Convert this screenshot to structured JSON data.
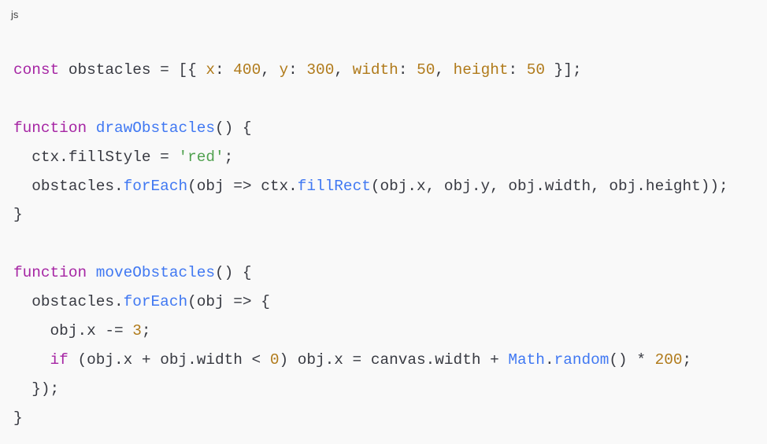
{
  "language_label": "js",
  "colors": {
    "keyword": "#a626a4",
    "function": "#4078f2",
    "number": "#b07a1a",
    "string": "#50a14f",
    "text": "#383a42",
    "background": "#f9f9f9"
  },
  "code_lines": [
    [
      [
        "const",
        "kw"
      ],
      [
        " obstacles = [{ ",
        "pl"
      ],
      [
        "x",
        "prop"
      ],
      [
        ": ",
        "pl"
      ],
      [
        "400",
        "num"
      ],
      [
        ", ",
        "pl"
      ],
      [
        "y",
        "prop"
      ],
      [
        ": ",
        "pl"
      ],
      [
        "300",
        "num"
      ],
      [
        ", ",
        "pl"
      ],
      [
        "width",
        "prop"
      ],
      [
        ": ",
        "pl"
      ],
      [
        "50",
        "num"
      ],
      [
        ", ",
        "pl"
      ],
      [
        "height",
        "prop"
      ],
      [
        ": ",
        "pl"
      ],
      [
        "50",
        "num"
      ],
      [
        " }];",
        "pl"
      ]
    ],
    [],
    [
      [
        "function",
        "kw"
      ],
      [
        " ",
        "pl"
      ],
      [
        "drawObstacles",
        "fn"
      ],
      [
        "() {",
        "pl"
      ]
    ],
    [
      [
        "  ctx.fillStyle = ",
        "pl"
      ],
      [
        "'red'",
        "str"
      ],
      [
        ";",
        "pl"
      ]
    ],
    [
      [
        "  obstacles.",
        "pl"
      ],
      [
        "forEach",
        "fn"
      ],
      [
        "(obj => ctx.",
        "pl"
      ],
      [
        "fillRect",
        "fn"
      ],
      [
        "(obj.x, obj.y, obj.width, obj.height));",
        "pl"
      ]
    ],
    [
      [
        "}",
        "pl"
      ]
    ],
    [],
    [
      [
        "function",
        "kw"
      ],
      [
        " ",
        "pl"
      ],
      [
        "moveObstacles",
        "fn"
      ],
      [
        "() {",
        "pl"
      ]
    ],
    [
      [
        "  obstacles.",
        "pl"
      ],
      [
        "forEach",
        "fn"
      ],
      [
        "(obj => {",
        "pl"
      ]
    ],
    [
      [
        "    obj.x -= ",
        "pl"
      ],
      [
        "3",
        "num"
      ],
      [
        ";",
        "pl"
      ]
    ],
    [
      [
        "    ",
        "pl"
      ],
      [
        "if",
        "kw"
      ],
      [
        " (obj.x + obj.width < ",
        "pl"
      ],
      [
        "0",
        "num"
      ],
      [
        ") obj.x = canvas.width + ",
        "pl"
      ],
      [
        "Math",
        "fn"
      ],
      [
        ".",
        "pl"
      ],
      [
        "random",
        "fn"
      ],
      [
        "() * ",
        "pl"
      ],
      [
        "200",
        "num"
      ],
      [
        ";",
        "pl"
      ]
    ],
    [
      [
        "  });",
        "pl"
      ]
    ],
    [
      [
        "}",
        "pl"
      ]
    ]
  ]
}
